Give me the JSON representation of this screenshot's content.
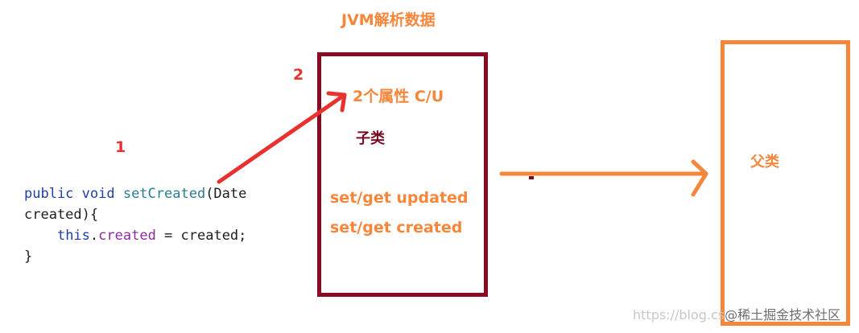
{
  "title": "JVM解析数据",
  "steps": {
    "one": "1",
    "two": "2"
  },
  "code": {
    "line1_kw": "public void ",
    "line1_fn": "setCreated",
    "line1_rest": "(Date",
    "line2": "created){",
    "line3_indent": "    ",
    "line3_kw": "this",
    "line3_dot": ".",
    "line3_field": "created",
    "line3_rest": " = created;",
    "line4": "}"
  },
  "child_box": {
    "attributes_label": "2个属性 C/U",
    "class_label": "子类",
    "methods": [
      "set/get updated",
      "set/get created"
    ]
  },
  "parent_box": {
    "class_label": "父类"
  },
  "watermark": {
    "url": "https://blog.cs",
    "brand": "@稀土掘金技术社区"
  },
  "colors": {
    "orange": "#f5863a",
    "maroon": "#8b0a22",
    "red_arrow": "#e8322f",
    "keyword_blue": "#1f3fa3",
    "method_teal": "#2b7d8f",
    "field_purple": "#8e2aa0"
  }
}
